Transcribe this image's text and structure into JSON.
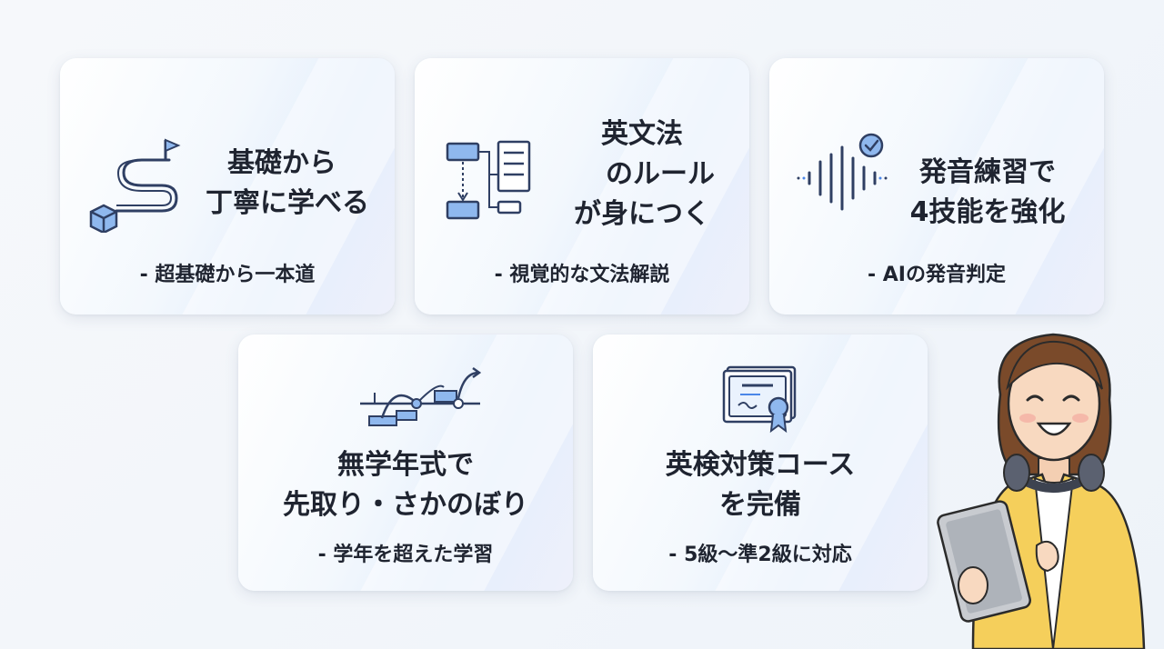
{
  "cards": [
    {
      "title": [
        "基礎から",
        "丁寧に学べる"
      ],
      "subtitle": "- 超基礎から一本道",
      "icon": "path-flag-icon"
    },
    {
      "title": [
        "英文法",
        "のルール",
        "が身につく"
      ],
      "subtitle": "- 視覚的な文法解説",
      "icon": "grammar-diagram-icon"
    },
    {
      "title": [
        "発音練習で",
        "4技能を強化"
      ],
      "subtitle": "- AIの発音判定",
      "icon": "sound-wave-check-icon"
    },
    {
      "title": [
        "無学年式で",
        "先取り・さかのぼり"
      ],
      "subtitle": "- 学年を超えた学習",
      "icon": "step-jump-icon"
    },
    {
      "title": [
        "英検対策コース",
        "を完備"
      ],
      "subtitle": "- 5級〜準2級に対応",
      "icon": "certificate-icon"
    }
  ],
  "colors": {
    "icon_stroke": "#2f3f63",
    "icon_fill": "#8fb8ee",
    "accent_blue": "#4a86e8",
    "jacket": "#f5cf5b",
    "hair": "#7a4a2a"
  }
}
